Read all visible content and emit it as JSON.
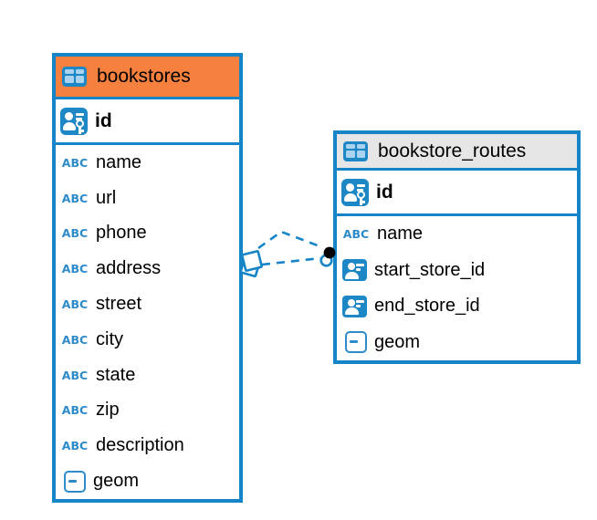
{
  "diagram": {
    "colors": {
      "accent_blue": "#1585c7",
      "bookstores_header_orange": "#f6813e",
      "routes_header_gray": "#e6e6e6",
      "icon_blue": "#1e88c7",
      "background": "#ffffff",
      "text": "#000000"
    },
    "icons": {
      "text_type_label": "ABC"
    },
    "tables": [
      {
        "name": "bookstores",
        "header_bg": "#f6813e",
        "primary_key": {
          "name": "id"
        },
        "columns": [
          {
            "name": "name",
            "type": "text"
          },
          {
            "name": "url",
            "type": "text"
          },
          {
            "name": "phone",
            "type": "text"
          },
          {
            "name": "address",
            "type": "text"
          },
          {
            "name": "street",
            "type": "text"
          },
          {
            "name": "city",
            "type": "text"
          },
          {
            "name": "state",
            "type": "text"
          },
          {
            "name": "zip",
            "type": "text"
          },
          {
            "name": "description",
            "type": "text"
          },
          {
            "name": "geom",
            "type": "geometry"
          }
        ]
      },
      {
        "name": "bookstore_routes",
        "header_bg": "#e6e6e6",
        "primary_key": {
          "name": "id"
        },
        "columns": [
          {
            "name": "name",
            "type": "text"
          },
          {
            "name": "start_store_id",
            "type": "reference"
          },
          {
            "name": "end_store_id",
            "type": "reference"
          },
          {
            "name": "geom",
            "type": "geometry"
          }
        ]
      }
    ],
    "relationships": [
      {
        "from_table": "bookstore_routes",
        "to_table": "bookstores",
        "line_style": "dashed"
      },
      {
        "from_table": "bookstore_routes",
        "to_table": "bookstores",
        "line_style": "dashed"
      }
    ]
  }
}
